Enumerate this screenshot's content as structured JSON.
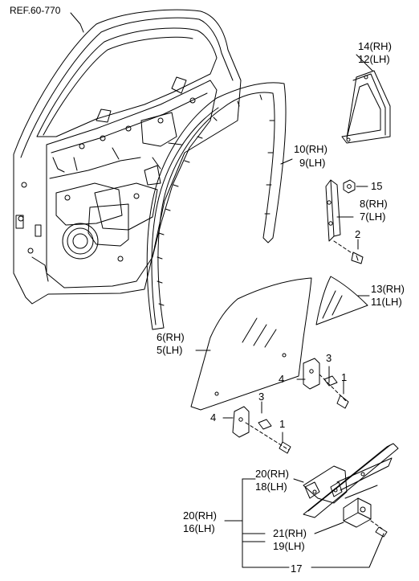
{
  "reference": "REF.60-770",
  "callouts": {
    "c14": "14(RH)",
    "c12": "12(LH)",
    "c10": "10(RH)",
    "c9": "9(LH)",
    "c15": "15",
    "c8": "8(RH)",
    "c7": "7(LH)",
    "c2": "2",
    "c13": "13(RH)",
    "c11": "11(LH)",
    "c6": "6(RH)",
    "c5": "5(LH)",
    "c3a": "3",
    "c4a": "4",
    "c1a": "1",
    "c3b": "3",
    "c4b": "4",
    "c1b": "1",
    "c20a": "20(RH)",
    "c18": "18(LH)",
    "c20b": "20(RH)",
    "c16": "16(LH)",
    "c21": "21(RH)",
    "c19": "19(LH)",
    "c17": "17"
  }
}
